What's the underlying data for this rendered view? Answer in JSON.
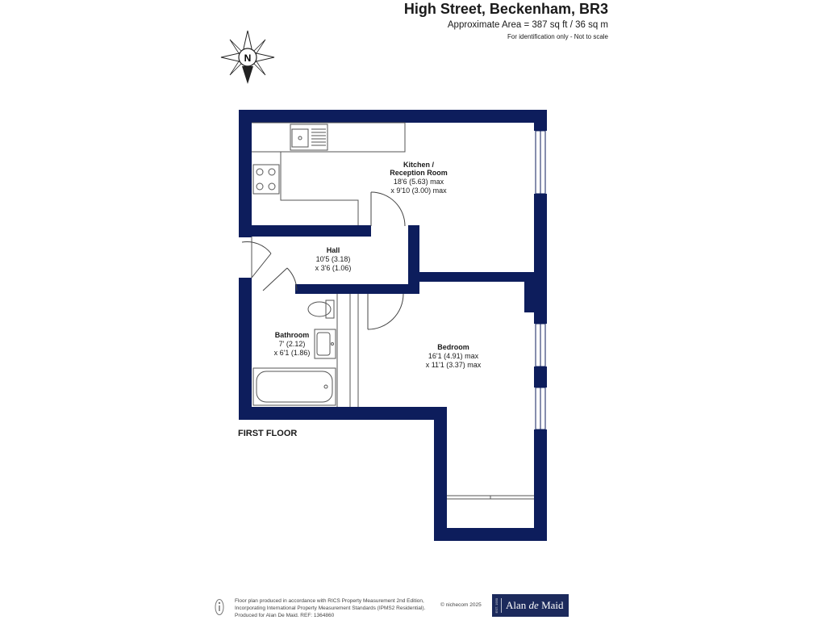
{
  "header": {
    "title": "High Street, Beckenham, BR3",
    "area": "Approximate Area = 387 sq ft / 36 sq m",
    "note": "For identification only - Not to scale"
  },
  "compass": {
    "label": "N"
  },
  "floor_label": "FIRST FLOOR",
  "rooms": {
    "kitchen": {
      "name_line1": "Kitchen /",
      "name_line2": "Reception Room",
      "dim1": "18'6 (5.63) max",
      "dim2": "x 9'10 (3.00) max"
    },
    "hall": {
      "name": "Hall",
      "dim1": "10'5 (3.18)",
      "dim2": "x 3'6 (1.06)"
    },
    "bathroom": {
      "name": "Bathroom",
      "dim1": "7' (2.12)",
      "dim2": "x 6'1 (1.86)"
    },
    "bedroom": {
      "name": "Bedroom",
      "dim1": "16'1 (4.91) max",
      "dim2": "x 11'1 (3.37) max"
    }
  },
  "footer": {
    "line1": "Floor plan produced in accordance with RICS Property Measurement 2nd Edition,",
    "line2": "Incorporating International Property Measurement Standards (IPMS2 Residential).",
    "line3": "Produced for Alan De Maid.   REF: 1364860",
    "copyright": "© nichecom 2025",
    "logo_est": "EST. 1930",
    "logo_name_1": "Alan ",
    "logo_name_2": "de",
    "logo_name_3": " Maid"
  },
  "colors": {
    "wall": "#0d1d5c",
    "fixture_line": "#555555",
    "window": "#ffffff"
  }
}
